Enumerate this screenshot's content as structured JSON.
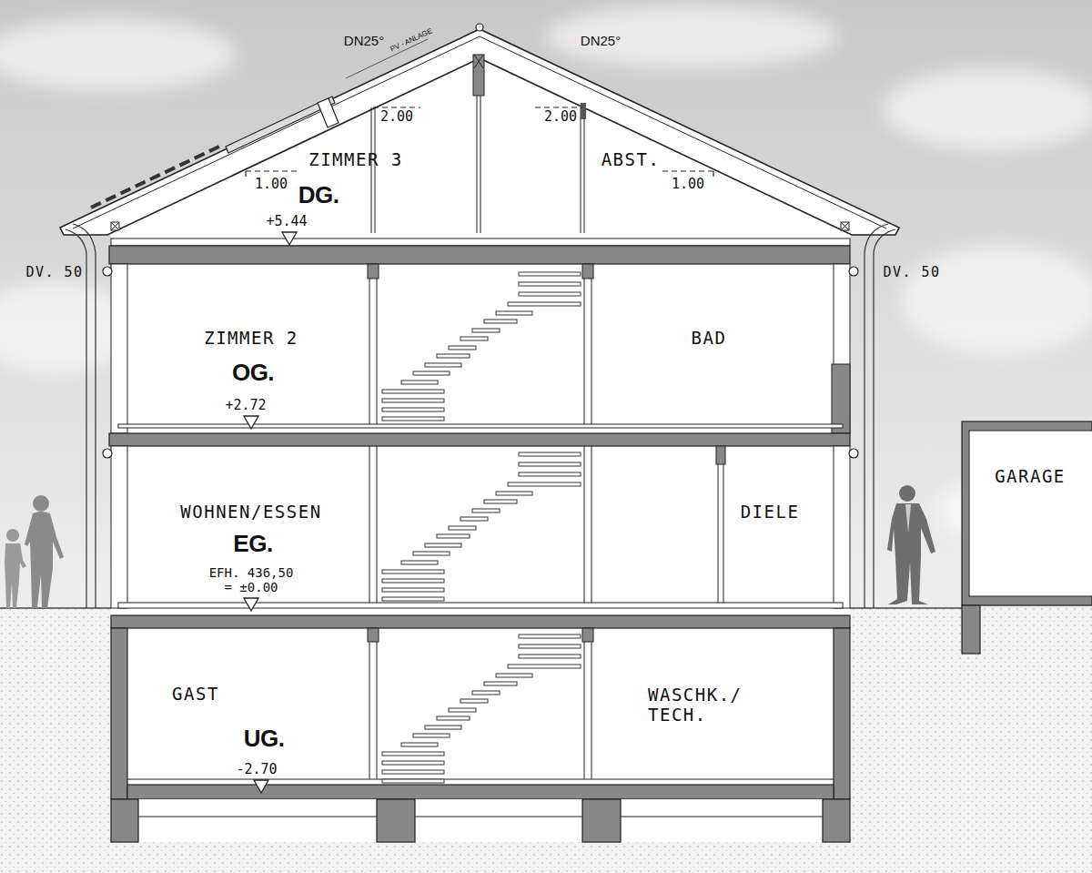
{
  "diagram": {
    "nodes": [
      {
        "text": [
          "ZIMMER 3",
          "DG.",
          "+5.44"
        ]
      },
      {
        "text": [
          "ABST."
        ]
      },
      {
        "text": [
          "ZIMMER 2",
          "OG.",
          "+2.72"
        ]
      },
      {
        "text": [
          "BAD"
        ]
      },
      {
        "text": [
          "WOHNEN/ESSEN",
          "EG.",
          "EFH. 436,50 = ±0.00"
        ]
      },
      {
        "text": [
          "DIELE"
        ]
      },
      {
        "text": [
          "GAST",
          "UG.",
          "-2.70"
        ]
      },
      {
        "text": [
          "WASCHK./ TECH."
        ]
      },
      {
        "text": [
          "GARAGE"
        ]
      }
    ],
    "labels": [
      "DN25°",
      "PV - ANLAGE",
      "DN25°",
      "2.00",
      "2.00",
      "1.00",
      "1.00",
      "DV. 50",
      "DV. 50"
    ]
  }
}
